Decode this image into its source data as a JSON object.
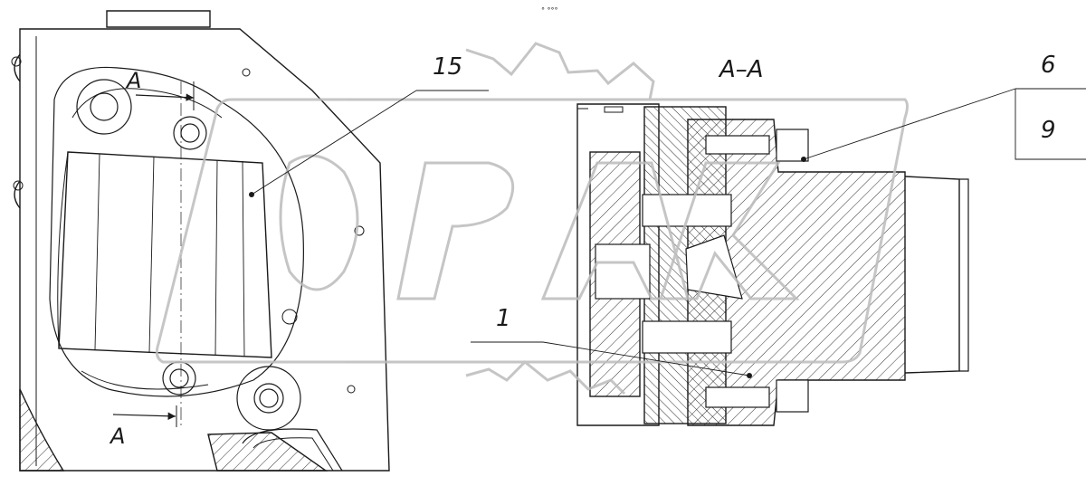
{
  "labels": {
    "section_mark_top": "A",
    "section_mark_bottom": "A",
    "section_title": "A–A",
    "callout_15": "15",
    "callout_1": "1",
    "callout_6": "6",
    "callout_9": "9"
  },
  "header_text": "° °°°",
  "colors": {
    "line": "#1a1a1a",
    "watermark": "#bcbcbc"
  }
}
